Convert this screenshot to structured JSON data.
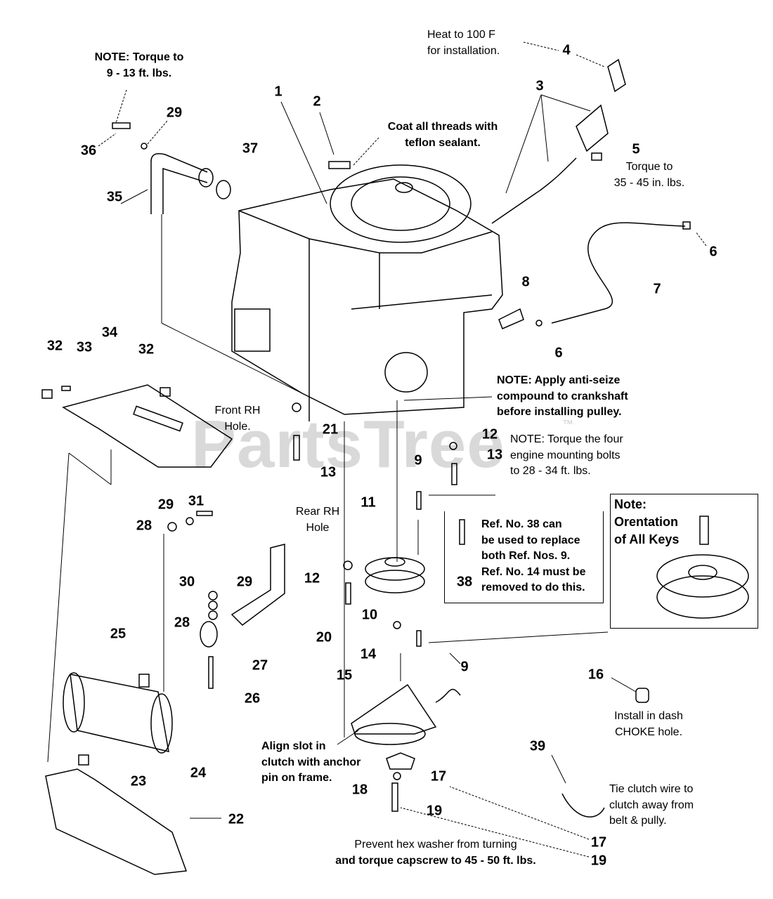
{
  "watermark": {
    "text": "PartsTree",
    "tm": "™"
  },
  "callouts": [
    "1",
    "2",
    "3",
    "4",
    "5",
    "6",
    "6",
    "7",
    "8",
    "9",
    "9",
    "10",
    "11",
    "12",
    "12",
    "13",
    "13",
    "14",
    "15",
    "16",
    "17",
    "17",
    "18",
    "19",
    "19",
    "20",
    "21",
    "22",
    "23",
    "24",
    "25",
    "26",
    "27",
    "28",
    "28",
    "29",
    "29",
    "29",
    "30",
    "31",
    "32",
    "32",
    "33",
    "34",
    "35",
    "36",
    "37",
    "38",
    "39"
  ],
  "notes": {
    "torque_bolt": [
      "NOTE: Torque to",
      "9 - 13 ft. lbs."
    ],
    "coat": [
      "Coat all threads with",
      "teflon sealant."
    ],
    "heat": [
      "Heat to 100  F",
      "for installation."
    ],
    "torque_in": [
      "Torque to",
      "35 - 45 in. lbs."
    ],
    "front_rh": [
      "Front RH",
      "Hole."
    ],
    "rear_rh": [
      "Rear RH",
      "Hole"
    ],
    "anti_seize": [
      "NOTE: Apply anti-seize",
      "compound to crankshaft",
      "before installing pulley."
    ],
    "engine_bolts": [
      "NOTE: Torque the four",
      "engine mounting bolts",
      "to 28 - 34 ft. lbs."
    ],
    "keys": [
      "Note:",
      "Orentation",
      "of All Keys"
    ],
    "ref38": [
      "Ref. No. 38 can",
      "be used to replace",
      "both Ref. Nos. 9.",
      "Ref. No. 14 must be",
      "removed to do this."
    ],
    "choke": [
      "Install in dash",
      "CHOKE hole."
    ],
    "align": [
      "Align slot in",
      "clutch with anchor",
      "pin on frame."
    ],
    "tie": [
      "Tie clutch wire to",
      "clutch away from",
      "belt & pully."
    ],
    "hex": [
      "Prevent hex washer from turning",
      "and torque capscrew to 45 - 50 ft. lbs."
    ]
  }
}
